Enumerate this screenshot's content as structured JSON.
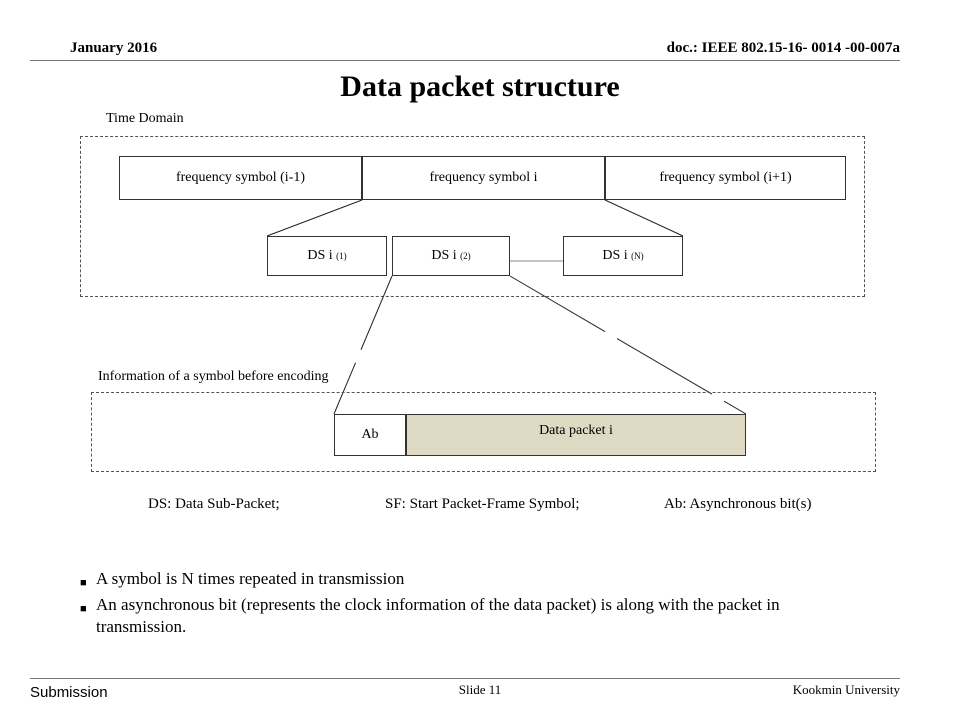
{
  "header": {
    "date": "January 2016",
    "doc": "doc.: IEEE 802.15-16- 0014 -00-007a"
  },
  "title": "Data packet structure",
  "diagram": {
    "time_domain_label": "Time Domain",
    "frequency_symbols": [
      "frequency symbol (i-1)",
      "frequency symbol i",
      "frequency symbol (i+1)"
    ],
    "ds_boxes": [
      {
        "label": "DS i",
        "sup": "(1)"
      },
      {
        "label": "DS i",
        "sup": "(2)"
      },
      {
        "label": "DS i",
        "sup": "(N)"
      }
    ],
    "info_label": "Information of a symbol before encoding",
    "ab_label": "Ab",
    "data_packet_label": "Data packet i",
    "data_packet_fill": "#ddd9c3"
  },
  "legend": {
    "ds": "DS: Data Sub-Packet;",
    "sf": "SF: Start Packet-Frame Symbol;",
    "ab": "Ab: Asynchronous bit(s)"
  },
  "bullets": [
    "A symbol is N times repeated in transmission",
    "An asynchronous bit (represents the clock information of the data packet) is along with the packet in transmission."
  ],
  "footer": {
    "submission": "Submission",
    "slide": "Slide 11",
    "university": "Kookmin University"
  }
}
